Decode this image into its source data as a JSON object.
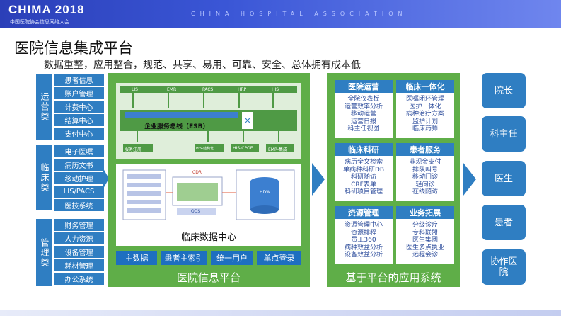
{
  "header": {
    "logo": "CHIMA 2018",
    "logo_sub": "中国医院协会信息网络大会",
    "tagline": "CHINA HOSPITAL ASSOCIATION"
  },
  "page_title": "医院信息集成平台",
  "subtitle": "数据重整，应用整合，规范、共享、易用、可靠、安全、总体拥有成本低",
  "categories": [
    {
      "label": "运营类",
      "items": [
        "患者信息",
        "账户管理",
        "计费中心",
        "结算中心",
        "支付中心"
      ]
    },
    {
      "label": "临床类",
      "items": [
        "电子医嘱",
        "病历文书",
        "移动护理",
        "LIS/PACS",
        "医技系统"
      ]
    },
    {
      "label": "管理类",
      "items": [
        "财务管理",
        "人力资源",
        "设备管理",
        "耗材管理",
        "办公系统"
      ]
    }
  ],
  "platform": {
    "esb_label": "企业服务总线（ESB）",
    "data_center": "临床数据中心",
    "buttons": [
      "主数据",
      "患者主索引",
      "统一用户",
      "单点登录"
    ],
    "title": "医院信息平台",
    "screen_top": {
      "top_labels": [
        "LIS",
        "EMR",
        "PACS",
        "HRP",
        "HIS"
      ],
      "bottom_labels": [
        "服务注册",
        "HIS-结构化",
        "HIS-CPOE",
        "EMR-集成"
      ]
    },
    "screen_bot": {
      "labels": [
        "HDW",
        "CDR",
        "ODS"
      ]
    }
  },
  "apps": {
    "title": "基于平台的应用系统",
    "panels": [
      {
        "title": "医院运营",
        "items": [
          "全院仪表板",
          "运营效率分析",
          "移动运营",
          "运营日报",
          "科主任视图"
        ]
      },
      {
        "title": "临床一体化",
        "items": [
          "医嘱闭环管理",
          "医护一体化",
          "病种治疗方案",
          "监护计划",
          "临床药师"
        ]
      },
      {
        "title": "临床科研",
        "items": [
          "病历全文检索",
          "单病种科研DB",
          "科研随访",
          "CRF表单",
          "科研项目管理"
        ]
      },
      {
        "title": "患者服务",
        "items": [
          "非现金支付",
          "排队叫号",
          "移动门诊",
          "轻问诊",
          "在线随访"
        ]
      },
      {
        "title": "资源管理",
        "items": [
          "资源管理中心",
          "资源排程",
          "员工360",
          "病种效益分析",
          "设备效益分析"
        ]
      },
      {
        "title": "业务拓展",
        "items": [
          "分级诊疗",
          "专科联盟",
          "医生集团",
          "医生多点执业",
          "远程会诊"
        ]
      }
    ]
  },
  "roles": [
    "院长",
    "科主任",
    "医生",
    "患者",
    "协作医院"
  ],
  "colors": {
    "blue": "#2f7ec2",
    "green": "#5fae48",
    "header": "#3a56d6",
    "arrow": "#2f7ec2"
  }
}
